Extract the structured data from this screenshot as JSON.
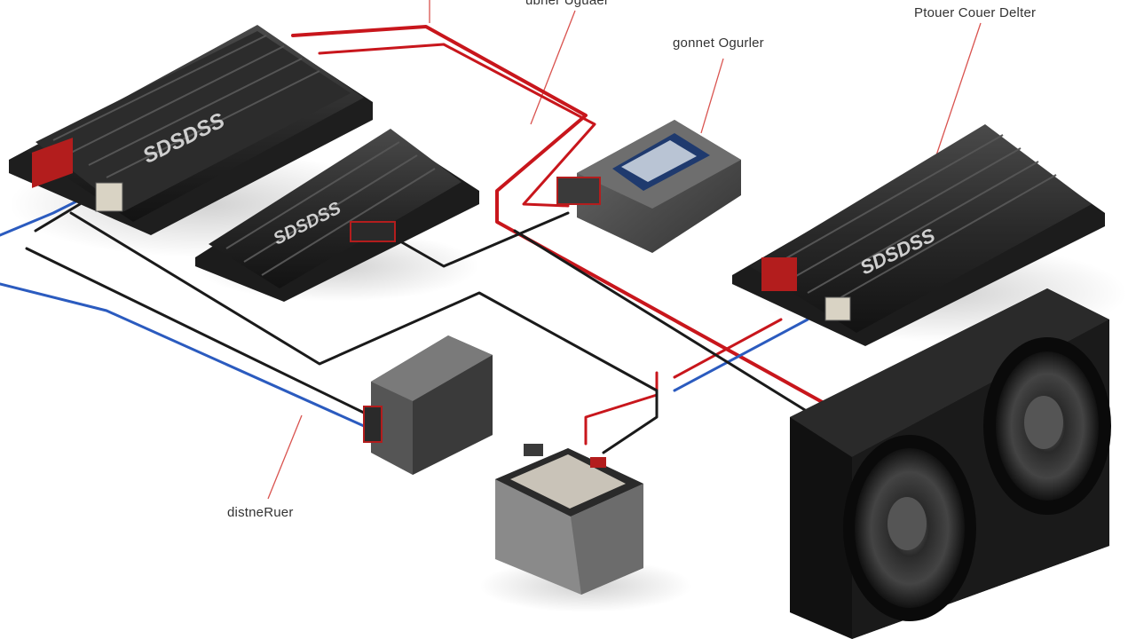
{
  "labels": {
    "top_label": "ubner Uguaer",
    "middle_label": "gonnet Ogurler",
    "right_label": "Ptouer Couer Delter",
    "left_label": "distneRuer"
  },
  "amplifier_brand": "SDSDSS",
  "colors": {
    "power_wire": "#c8161c",
    "signal_wire": "#2b5bbf",
    "ground_wire": "#1a1a1a",
    "amp_body": "#2a2a2a",
    "callout_line": "#d9534f"
  }
}
